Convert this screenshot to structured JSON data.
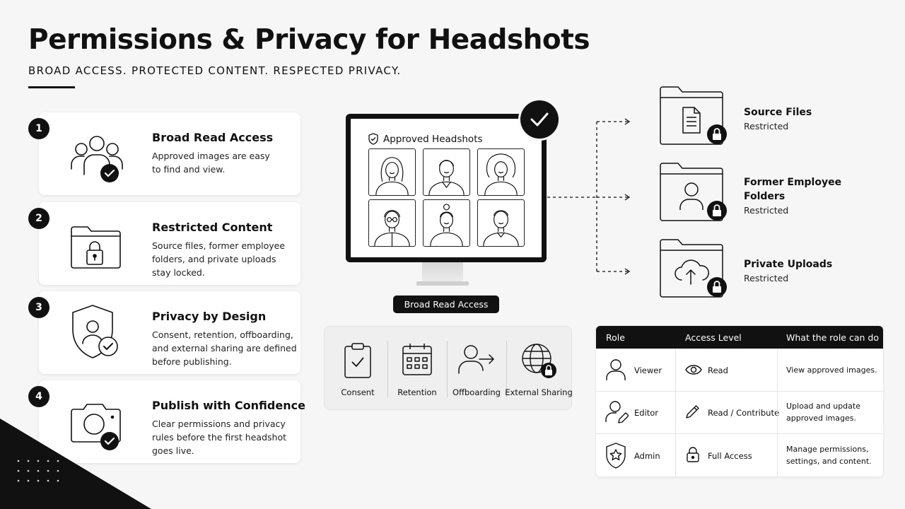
{
  "header": {
    "title": "Permissions & Privacy for Headshots",
    "subtitle": "BROAD ACCESS. PROTECTED CONTENT. RESPECTED PRIVACY."
  },
  "steps": [
    {
      "number": "1",
      "title": "Broad Read Access",
      "icon": "users-check-icon",
      "desc": [
        "Approved images are easy",
        "to find and view."
      ]
    },
    {
      "number": "2",
      "title": "Restricted Content",
      "icon": "locked-folder-icon",
      "desc": [
        "Source files, former employee",
        "folders, and private uploads",
        "stay locked."
      ]
    },
    {
      "number": "3",
      "title": "Privacy by Design",
      "icon": "privacy-shield-icon",
      "desc": [
        "Consent, retention, offboarding,",
        "and external sharing are defined",
        "before publishing."
      ]
    },
    {
      "number": "4",
      "title": "Publish with Confidence",
      "icon": "camera-check-icon",
      "desc": [
        "Clear permissions and privacy",
        "rules before the first headshot",
        "goes live."
      ]
    }
  ],
  "monitor": {
    "heading": "Approved Headshots",
    "caption": "Broad Read Access"
  },
  "policies": [
    {
      "label": "Consent",
      "icon": "clipboard-check-icon"
    },
    {
      "label": "Retention",
      "icon": "calendar-icon"
    },
    {
      "label": "Offboarding",
      "icon": "user-exit-icon"
    },
    {
      "label": "External Sharing",
      "icon": "globe-lock-icon"
    }
  ],
  "restricted": [
    {
      "title": [
        "Source Files"
      ],
      "status": "Restricted",
      "icon": "document-folder-lock-icon"
    },
    {
      "title": [
        "Former Employee",
        "Folders"
      ],
      "status": "Restricted",
      "icon": "user-folder-lock-icon"
    },
    {
      "title": [
        "Private Uploads"
      ],
      "status": "Restricted",
      "icon": "upload-folder-lock-icon"
    }
  ],
  "table": {
    "headers": [
      "Role",
      "Access Level",
      "What the role can do"
    ],
    "rows": [
      {
        "role": "Viewer",
        "access": "Read",
        "desc": [
          "View approved images."
        ],
        "role_icon": "user-icon",
        "access_icon": "eye-icon"
      },
      {
        "role": "Editor",
        "access": "Read / Contribute",
        "desc": [
          "Upload and update",
          "approved images."
        ],
        "role_icon": "user-pencil-icon",
        "access_icon": "pencil-icon"
      },
      {
        "role": "Admin",
        "access": "Full Access",
        "desc": [
          "Manage permissions,",
          "settings, and content."
        ],
        "role_icon": "star-shield-icon",
        "access_icon": "lock-icon"
      }
    ]
  },
  "colors": {
    "ink": "#111111",
    "background": "#f6f6f6",
    "card": "#ffffff"
  }
}
